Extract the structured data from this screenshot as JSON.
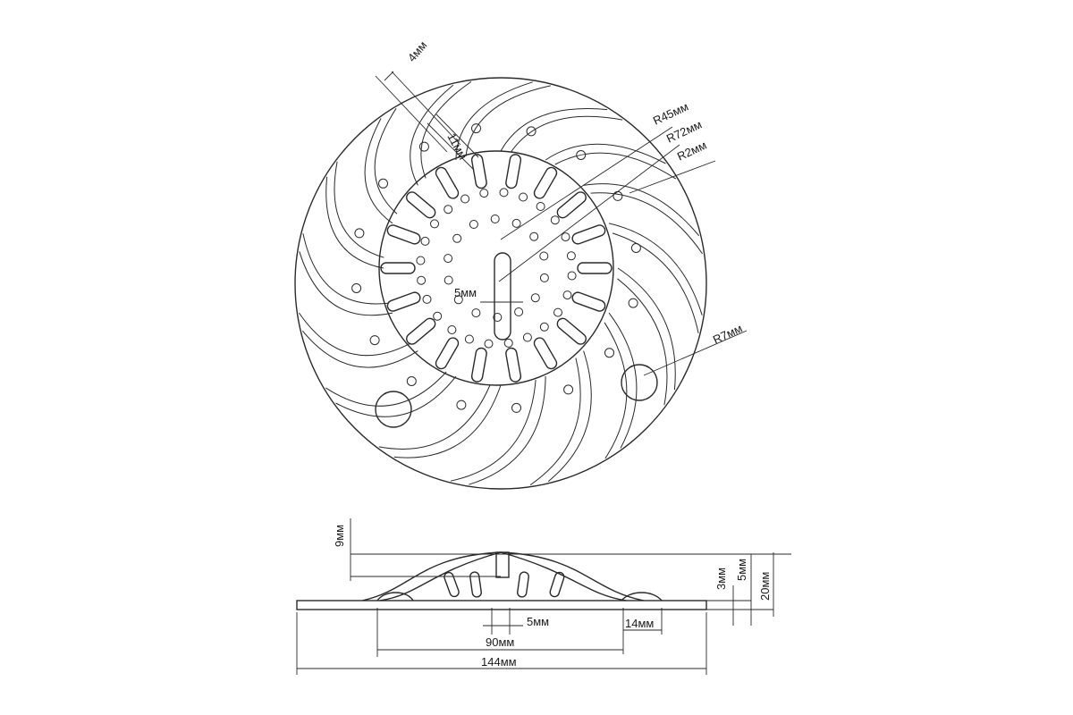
{
  "labels": {
    "slot_width": "4мм",
    "slot_length": "11мм",
    "inner_radius": "R45мм",
    "outer_radius": "R72мм",
    "hole_radius": "R2мм",
    "foot_radius": "R7мм",
    "center_slot": "5мм",
    "height_dome": "9мм",
    "height_3": "3мм",
    "height_5": "5мм",
    "height_total": "20мм",
    "side_center": "5мм",
    "side_foot": "14мм",
    "side_inner": "90мм",
    "side_total": "144мм"
  }
}
